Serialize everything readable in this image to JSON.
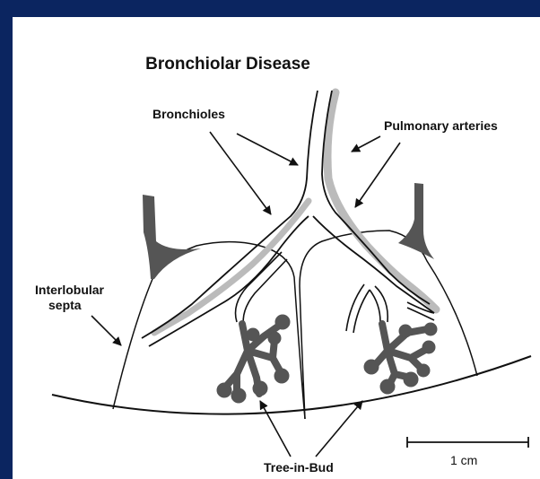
{
  "figure": {
    "title": "Bronchiolar Disease",
    "labels": {
      "bronchioles": "Bronchioles",
      "pulmonary_arteries": "Pulmonary arteries",
      "interlobular_septa_line1": "Interlobular",
      "interlobular_septa_line2": "septa",
      "tree_in_bud": "Tree-in-Bud"
    },
    "scale_bar": {
      "label": "1 cm"
    },
    "colors": {
      "background": "#0b2560",
      "panel": "#ffffff",
      "ink": "#111111",
      "artery": "#b8b8b8",
      "bud": "#555555",
      "septa": "#555555"
    }
  }
}
